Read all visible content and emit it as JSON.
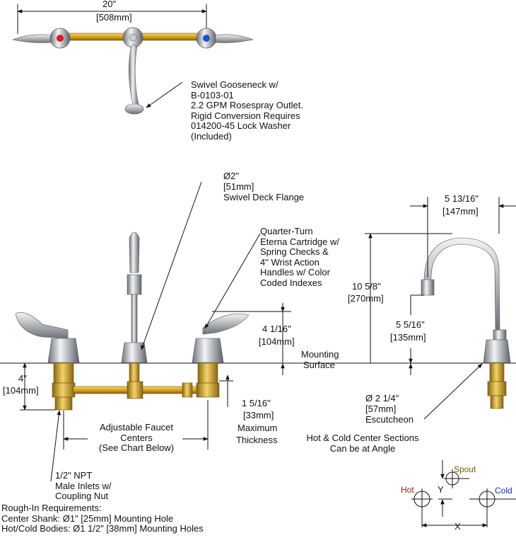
{
  "top_view": {
    "width_in": "20\"",
    "width_mm": "[508mm]",
    "gooseneck_note": [
      "Swivel Gooseneck w/",
      "B-0103-01",
      "2.2 GPM Rosespray Outlet.",
      "Rigid Conversion Requires",
      "014200-45 Lock Washer",
      "(Included)"
    ]
  },
  "front_view": {
    "flange_dia": "Ø2\"",
    "flange_mm": "[51mm]",
    "flange_label": "Swivel Deck Flange",
    "cartridge_note": [
      "Quarter-Turn",
      "Eterna Cartridge w/",
      "Spring Checks &",
      "4\" Wrist Action",
      "Handles w/ Color",
      "Coded Indexes"
    ],
    "handle_height_in": "4 1/16\"",
    "handle_height_mm": "[104mm]",
    "mounting_surface": [
      "Mounting",
      "Surface"
    ],
    "shank_height_in": "4\"",
    "shank_height_mm": "[104mm]",
    "thickness_in": "1 5/16\"",
    "thickness_mm": "[33mm]",
    "thickness_label": [
      "Maximum",
      "Thickness"
    ],
    "centers_note": [
      "Adjustable Faucet",
      "Centers",
      "(See Chart Below)"
    ],
    "inlet_note": [
      "1/2\" NPT",
      "Male Inlets w/",
      "Coupling Nut"
    ]
  },
  "side_view": {
    "reach_in": "5 13/16\"",
    "reach_mm": "[147mm]",
    "height_in": "10 5/8\"",
    "height_mm": "[270mm]",
    "outlet_in": "5 5/16\"",
    "outlet_mm": "[135mm]",
    "escutcheon_dia": "Ø 2 1/4\"",
    "escutcheon_mm": "[57mm]",
    "escutcheon_label": "Escutcheon"
  },
  "angle_note": [
    "Hot & Cold Center Sections",
    "Can be at Angle"
  ],
  "layout_diagram": {
    "spout": "Spout",
    "hot": "Hot",
    "cold": "Cold",
    "y": "Y",
    "x": "X",
    "hot_color": "#8b1a1a",
    "cold_color": "#1a2fa8",
    "spout_color": "#7a5a00"
  },
  "rough_in": {
    "title": "Rough-In Requirements:",
    "center": "Center Shank: Ø1\" [25mm] Mounting Hole",
    "bodies": "Hot/Cold Bodies: Ø1 1/2\" [38mm] Mounting Holes"
  },
  "colors": {
    "brass": "#d9a21f",
    "chrome": "#bfc3c8",
    "hot_index": "#d42020",
    "cold_index": "#1f52c8"
  }
}
